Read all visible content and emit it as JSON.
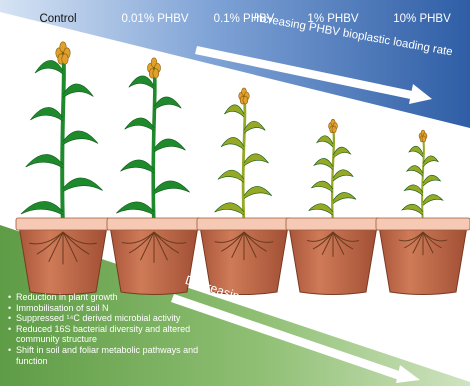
{
  "columns": [
    {
      "label": "Control"
    },
    {
      "label": "0.01% PHBV"
    },
    {
      "label": "0.1% PHBV"
    },
    {
      "label": "1% PHBV"
    },
    {
      "label": "10% PHBV"
    }
  ],
  "top_arrow": {
    "text": "Increasing PHBV bioplastic loading rate"
  },
  "bottom_arrow": {
    "text": "Decreasing soil and plant health"
  },
  "effects": [
    "Reduction in plant growth",
    "Immobilisation of soil N",
    "Suppressed ¹⁴C derived microbial activity",
    "Reduced 16S bacterial diversity and altered community structure",
    "Shift in soil and foliar metabolic pathways and function"
  ],
  "colors": {
    "top_band": "#3f6fb4",
    "bottom_band": "#66a04c",
    "healthy_leaf": "#1e8a2c",
    "stressed_leaf": "#96a826",
    "pot": "#c6704f"
  }
}
